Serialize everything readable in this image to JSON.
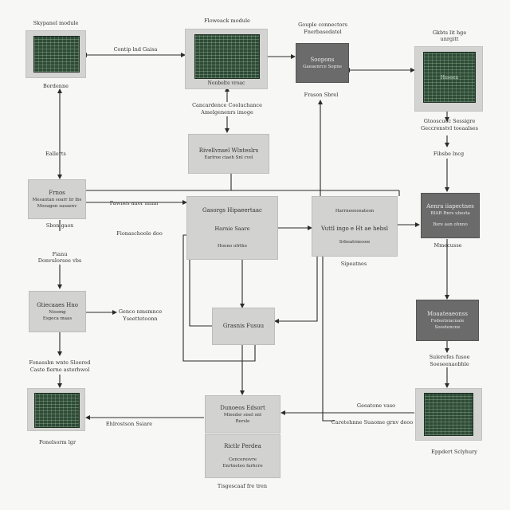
{
  "colors": {
    "background": "#f7f7f6",
    "box_light": "#d2d2d0",
    "box_dark": "#6b6b6b",
    "chip_green": "#2f4a37",
    "line": "#2b2b2b"
  },
  "labels": {
    "top_left": "Skypanel module",
    "top_center": "Floweack module",
    "top_right_a": "Gouple connectors",
    "top_right_b": "Fnerbasedatel",
    "far_right_a": "Gkbts lit hge",
    "far_right_b": "unrgitt",
    "link_ab": "Contip lnd Gaisa",
    "under_chip_left": "Bordenne",
    "under_chip_center_a": "Cancardence Cooluchance",
    "under_chip_center_b": "Amelgenenrs imoge",
    "under_dark_top": "Frason Sbrel",
    "under_chip_right_a": "Gtooscuoc Sessigre",
    "under_chip_right_b": "Geccrenstvl toeaalses",
    "fibs": "Fibsbe lncg",
    "left_vert": "Eallerts",
    "input_below": "Sbon gaox",
    "pre_input": "Fianu",
    "pre_input_b": "Donvulorsee vbs",
    "side_arrow": "Fawnes anor mnm",
    "center_left": "Fionaschoole doo",
    "under_hub": "Sipeatnes",
    "right_under": "Mmecusse",
    "right_mid_a": "Sulerefes fusoe",
    "right_mid_b": "Soeseenaobhle",
    "left_output_a": "Genco nmsmnce",
    "left_output_b": "Yseettetoonn",
    "chip_low_left_a": "Fonassbn wnte Sloered",
    "chip_low_left_b": "Caste fierne asterhwol",
    "chip_low_left_below": "Fonelsorm lgr",
    "arrow_mid_bottom": "Ehlrostson Ssiare",
    "bottom_right_link": "Geeatone vaso",
    "bottom_right_link_b": "Caretehnne Suaome grnv deoo",
    "chip_low_right_below": "Eppdert Sclyhury",
    "bottom_center_below": "Tisgescaaf fre tren"
  },
  "boxes": {
    "relevant": {
      "title": "Rivellvnsel Wlnteslrs",
      "sub": "Earlroe ciaeh Snl cvel"
    },
    "input": {
      "title": "Frnos",
      "sub": "Mesantan soarr lir lbs",
      "sub2": "Moeagen sasaenv"
    },
    "center": {
      "title": "Gasorgs Hipaeertaac",
      "sub": "Harnie Saare",
      "sub2": "Hoeno ofrthe"
    },
    "hub": {
      "title": "Vuttl ingo e Ht ae hebsl",
      "top": "Harrneeeosateon",
      "sub": "Srboatrmssoe"
    },
    "right_dark": {
      "title": "Aenra iiapectnes",
      "sub": "BIAR Rnrs ubesta",
      "sub2": "Bsre aan ohnno"
    },
    "dark_top": {
      "title": "Soopons",
      "sub": "Gaeaenrce Sopne"
    },
    "left_mid": {
      "title": "Gtiecaaes Hno",
      "sub": "Nisemg",
      "sub2": "Esgeca maas"
    },
    "merge": {
      "title": "Grasnis Fusuu"
    },
    "right_mid_dark": {
      "title": "Moaateaeonss",
      "sub": "Fsdeetsiacnale",
      "sub2": "Soostencne"
    },
    "bottom_top": {
      "title": "Dunoeos Edsort",
      "sub": "Mieedsr sisel snt",
      "sub2": "Rersle"
    },
    "bottom_bottom": {
      "title": "Rictlr Perdea",
      "sub": "Cencoresvre",
      "sub2": "Enrtneteo farhcre"
    }
  },
  "chips": {
    "tl": {
      "text": ""
    },
    "tc": {
      "text": "Nonbelte vroac"
    },
    "tr": {
      "text": "Hsseen"
    },
    "bl": {
      "text": ""
    },
    "br": {
      "text": ""
    }
  }
}
